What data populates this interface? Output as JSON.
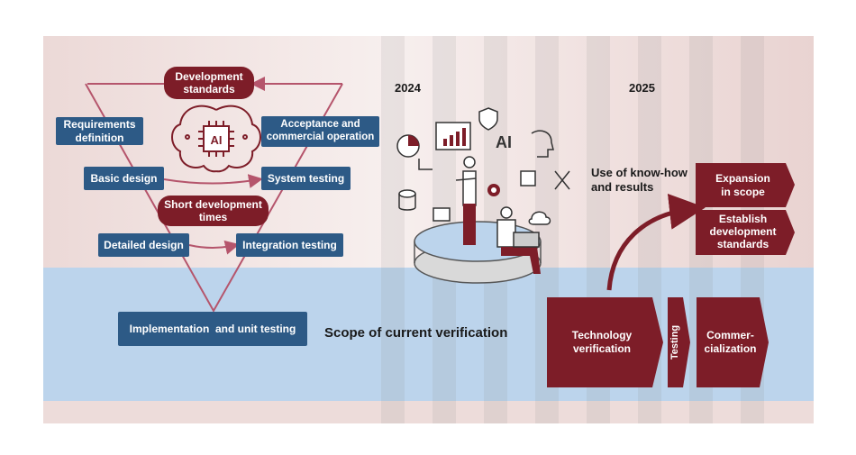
{
  "vmodel": {
    "dev_standards": "Development\nstandards",
    "requirements": "Requirements\ndefinition",
    "acceptance": "Acceptance and\ncommercial operation",
    "basic_design": "Basic design",
    "system_testing": "System testing",
    "short_times": "Short development\ntimes",
    "detailed_design": "Detailed design",
    "integration_testing": "Integration testing",
    "implementation": "Implementation  and unit testing",
    "ai_chip_text": "AI"
  },
  "timeline": {
    "year_2024": "2024",
    "year_2025": "2025",
    "knowhow": "Use of know-how\nand results",
    "scope_current": "Scope of current verification"
  },
  "phases": {
    "expansion": "Expansion\nin scope",
    "establish": "Establish\ndevelopment\nstandards",
    "tech_verification": "Technology\nverification",
    "testing": "Testing",
    "commercialization": "Commer-\ncialization"
  },
  "illustration": {
    "ai_text": "AI"
  },
  "colors": {
    "navy": "#2d5a86",
    "maroon": "#7d1d28",
    "band_blue": "#bcd4ec",
    "band_pink": "#f1e4e2"
  }
}
